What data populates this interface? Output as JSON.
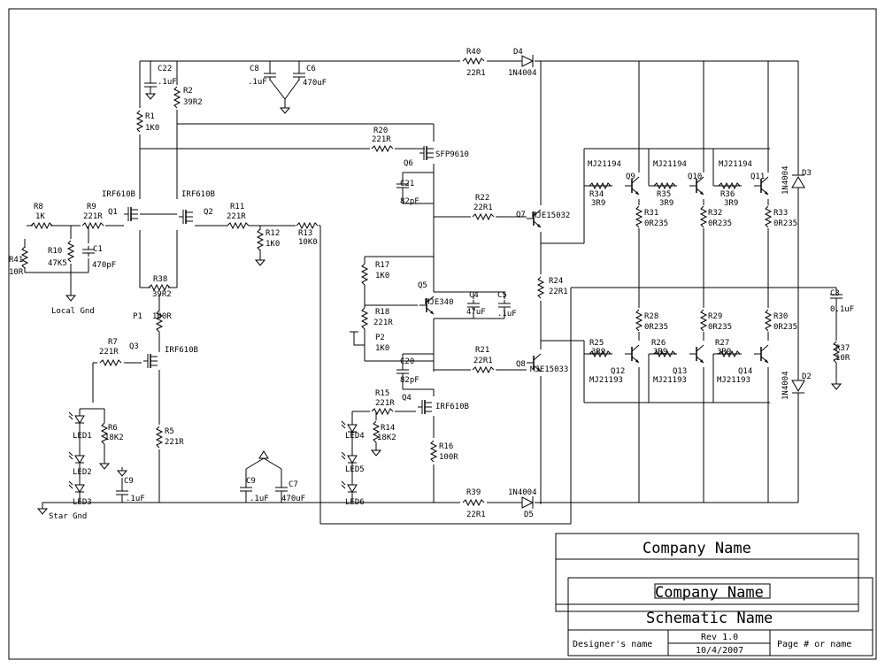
{
  "labels": {
    "c22": "C22",
    "c22v": ".1uF",
    "c8": "C8",
    "c8v": ".1uF",
    "c6": "C6",
    "c6v": "470uF",
    "r40": "R40",
    "r40v": "22R1",
    "d4": "D4",
    "d4v": "1N4004",
    "r2": "R2",
    "r2v": "39R2",
    "r1": "R1",
    "r1v": "1K0",
    "r20": "R20",
    "r20v": "221R",
    "q6": "Q6",
    "q6t": "SFP9610",
    "c21": "C21",
    "c21v": "82pF",
    "r22": "R22",
    "r22v": "22R1",
    "q7": "Q7",
    "q7t": "MJE15032",
    "r8": "R8",
    "r8v": "1K",
    "r9": "R9",
    "r9v": "221R",
    "q1t": "IRF610B",
    "q1": "Q1",
    "q2t": "IRF610B",
    "q2": "Q2",
    "r11": "R11",
    "r11v": "221R",
    "r12": "R12",
    "r12v": "1K0",
    "r13": "R13",
    "r13v": "10K0",
    "r41": "R41",
    "r41v": "10R",
    "r10": "R10",
    "r10v": "47K5",
    "c1": "C1",
    "c1v": "470pF",
    "localgnd": "Local Gnd",
    "r38": "R38",
    "r38v": "39R2",
    "p1": "P1",
    "p1v": "100R",
    "q3": "Q3",
    "q3t": "IRF610B",
    "r7": "R7",
    "r7v": "221R",
    "r6": "R6",
    "r6v": "18K2",
    "r5": "R5",
    "r5v": "221R",
    "led1": "LED1",
    "led2": "LED2",
    "led3": "LED3",
    "c9a": "C9",
    "c9av": ".1uF",
    "stargnd": "Star Gnd",
    "c9b": "C9",
    "c9bv": ".1uF",
    "c7": "C7",
    "c7v": "470uF",
    "r17": "R17",
    "r17v": "1K0",
    "q5": "Q5",
    "q5t": "MJE340",
    "c4": "C4",
    "c4v": "47uF",
    "c5": "C5",
    "c5v": ".1uF",
    "r18": "R18",
    "r18v": "221R",
    "p2": "P2",
    "p2v": "1K0",
    "c20": "C20",
    "c20v": "82pF",
    "r21": "R21",
    "r21v": "22R1",
    "q8": "Q8",
    "q8t": "MJE15033",
    "r15": "R15",
    "r15v": "221R",
    "q4": "Q4",
    "q4t": "IRF610B",
    "r14": "R14",
    "r14v": "18K2",
    "led4": "LED4",
    "led5": "LED5",
    "led6": "LED6",
    "r16": "R16",
    "r16v": "100R",
    "r39": "R39",
    "r39v": "22R1",
    "d5v": "1N4004",
    "d5": "D5",
    "r24": "R24",
    "r24v": "22R1",
    "mj9": "MJ21194",
    "q9": "Q9",
    "mj10": "MJ21194",
    "q10": "Q10",
    "mj11": "MJ21194",
    "q11": "Q11",
    "r34": "R34",
    "r34v": "3R9",
    "r35": "R35",
    "r35v": "3R9",
    "r36": "R36",
    "r36v": "3R9",
    "r31": "R31",
    "r31v": "0R235",
    "r32": "R32",
    "r32v": "0R235",
    "r33": "R33",
    "r33v": "0R235",
    "d3": "D3",
    "d3v": "1N4004",
    "c3": "C3",
    "c3v": "0.1uF",
    "r37": "R37",
    "r37v": "10R",
    "r28": "R28",
    "r28v": "0R235",
    "r29": "R29",
    "r29v": "0R235",
    "r30": "R30",
    "r30v": "0R235",
    "r25": "R25",
    "r25v": "3R9",
    "r26": "R26",
    "r26v": "3R9",
    "r27": "R27",
    "r27v": "3R9",
    "q12": "Q12",
    "mj12": "MJ21193",
    "q13": "Q13",
    "mj13": "MJ21193",
    "q14": "Q14",
    "mj14": "MJ21193",
    "d2": "D2",
    "d2v": "1N4004"
  },
  "title_block": {
    "company_top": "Company Name",
    "company_mid": "Company Name",
    "schematic_name": "Schematic Name",
    "designer": "Designer's name",
    "rev": "Rev 1.0",
    "date": "10/4/2007",
    "page": "Page # or name"
  }
}
